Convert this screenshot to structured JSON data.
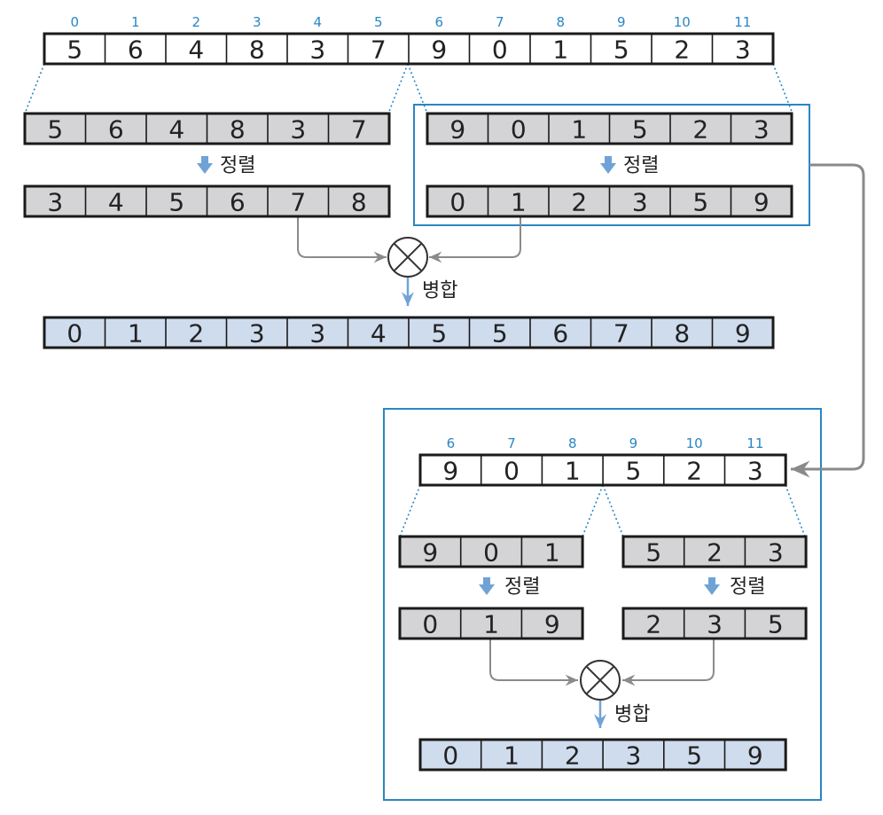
{
  "colors": {
    "white_cell": "#ffffff",
    "gray_cell": "#d4d4d6",
    "blue_cell": "#cfdcee",
    "index_text": "#2a86c4",
    "frame": "#2a86c4",
    "down_arrow": "#6fa3d6",
    "connector": "#8a8a8a"
  },
  "labels": {
    "sort": "정렬",
    "merge": "병합"
  },
  "level1": {
    "indices": [
      "0",
      "1",
      "2",
      "3",
      "4",
      "5",
      "6",
      "7",
      "8",
      "9",
      "10",
      "11"
    ],
    "input": [
      "5",
      "6",
      "4",
      "8",
      "3",
      "7",
      "9",
      "0",
      "1",
      "5",
      "2",
      "3"
    ],
    "left_half": [
      "5",
      "6",
      "4",
      "8",
      "3",
      "7"
    ],
    "right_half": [
      "9",
      "0",
      "1",
      "5",
      "2",
      "3"
    ],
    "left_sorted": [
      "3",
      "4",
      "5",
      "6",
      "7",
      "8"
    ],
    "right_sorted": [
      "0",
      "1",
      "2",
      "3",
      "5",
      "9"
    ],
    "merged": [
      "0",
      "1",
      "2",
      "3",
      "3",
      "4",
      "5",
      "5",
      "6",
      "7",
      "8",
      "9"
    ]
  },
  "level2": {
    "indices": [
      "6",
      "7",
      "8",
      "9",
      "10",
      "11"
    ],
    "input": [
      "9",
      "0",
      "1",
      "5",
      "2",
      "3"
    ],
    "left_half": [
      "9",
      "0",
      "1"
    ],
    "right_half": [
      "5",
      "2",
      "3"
    ],
    "left_sorted": [
      "0",
      "1",
      "9"
    ],
    "right_sorted": [
      "2",
      "3",
      "5"
    ],
    "merged": [
      "0",
      "1",
      "2",
      "3",
      "5",
      "9"
    ]
  }
}
